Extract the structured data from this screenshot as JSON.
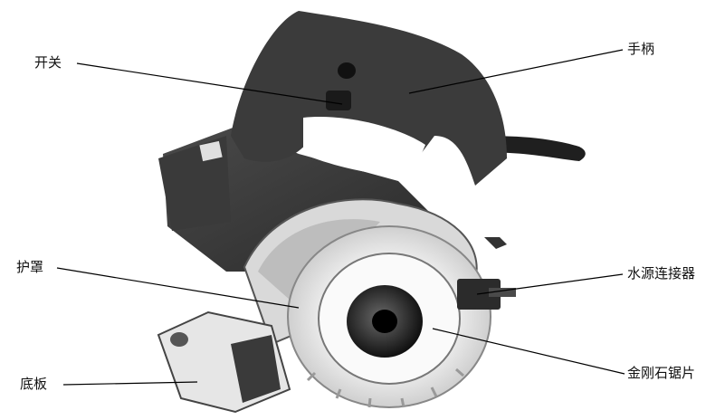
{
  "labels": {
    "switch": "开关",
    "handle": "手柄",
    "guard": "护罩",
    "water_connector": "水源连接器",
    "base_plate": "底板",
    "diamond_blade": "金刚石锯片"
  }
}
